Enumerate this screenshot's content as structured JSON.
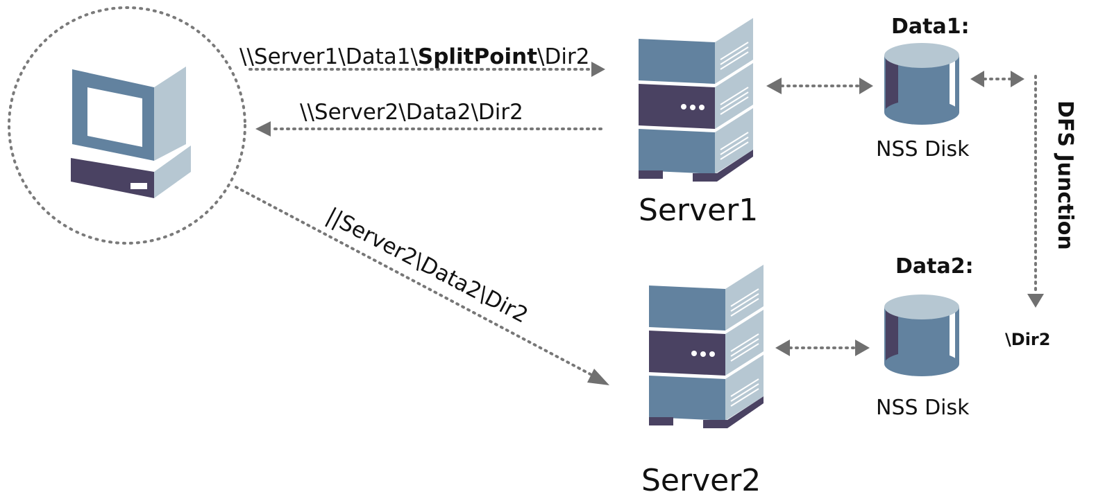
{
  "paths": {
    "request_prefix": "\\\\Server1\\Data1\\",
    "request_bold": "SplitPoint",
    "request_suffix": "\\Dir2",
    "redirect": "\\\\Server2\\Data2\\Dir2",
    "retry": "||Server2\\Data2\\Dir2"
  },
  "servers": {
    "server1": "Server1",
    "server2": "Server2"
  },
  "volumes": {
    "data1": "Data1:",
    "data2": "Data2:"
  },
  "disks": {
    "disk1": "NSS Disk",
    "disk2": "NSS Disk"
  },
  "junction": {
    "label": "DFS Junction",
    "target": "\\Dir2"
  },
  "colors": {
    "blue": "#62829f",
    "light": "#b6c7d2",
    "dark": "#4a4262",
    "arrow": "#707070"
  },
  "icons": [
    "workstation-icon",
    "server-icon",
    "disk-icon",
    "arrow-icon"
  ]
}
